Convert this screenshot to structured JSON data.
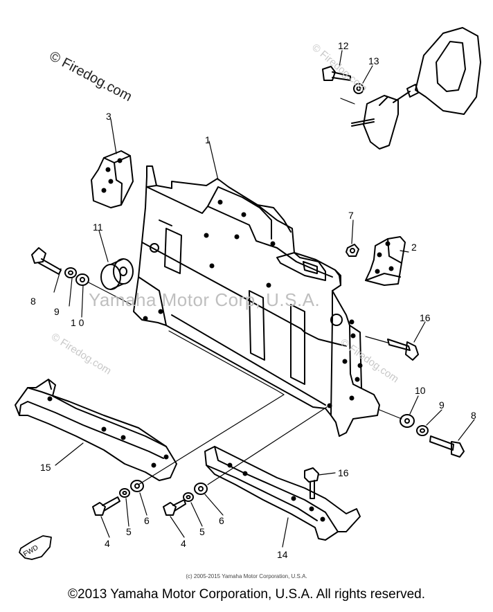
{
  "watermarks": {
    "main": "© Firedog.com",
    "repeat": "© Firedog.com",
    "corp": "Yamaha Motor Corp, U.S.A."
  },
  "labels": {
    "p1": "1",
    "p2": "2",
    "p3": "3",
    "p4a": "4",
    "p4b": "4",
    "p5a": "5",
    "p5b": "5",
    "p6a": "6",
    "p6b": "6",
    "p7": "7",
    "p8a": "8",
    "p8b": "8",
    "p9a": "9",
    "p9b": "9",
    "p10a": "1 0",
    "p10b": "10",
    "p11": "11",
    "p12": "12",
    "p13": "13",
    "p14": "14",
    "p15": "15",
    "p16a": "16",
    "p16b": "16"
  },
  "fwd_label": "FWD",
  "copyright_small": "(c) 2005-2015 Yamaha Motor Corporation, U.S.A.",
  "copyright_footer": "©2013 Yamaha Motor Corporation, U.S.A. All rights reserved."
}
